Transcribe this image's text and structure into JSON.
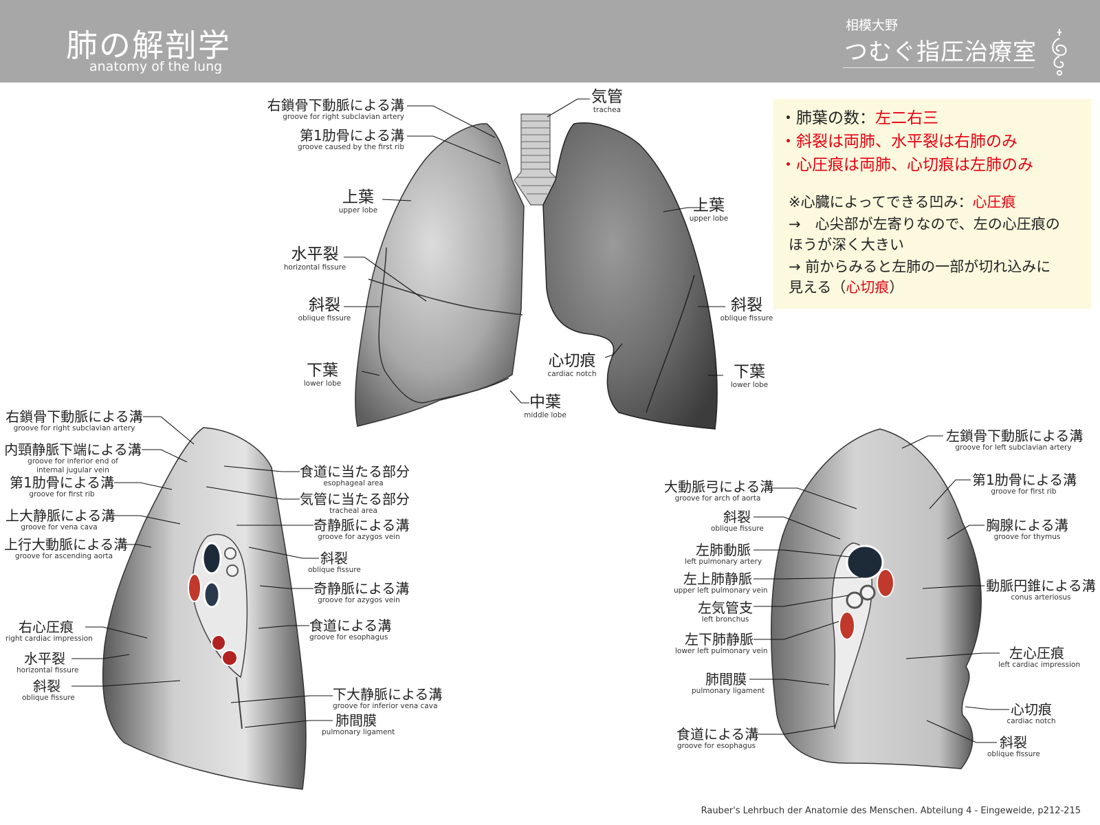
{
  "header": {
    "title": "肺の解剖学",
    "subtitle": "anatomy of the lung",
    "clinic_location": "相模大野",
    "clinic_name": "つむぐ指圧治療室"
  },
  "info": {
    "line1_prefix": "・肺葉の数：",
    "line1_red": "左二右三",
    "line2": "・斜裂は両肺、水平裂は右肺のみ",
    "line3": "・心圧痕は両肺、心切痕は左肺のみ",
    "note_prefix": "※心臓によってできる凹み：",
    "note_red": "心圧痕",
    "note2": "→　心尖部が左寄りなので、左の心圧痕の",
    "note3": "ほうが深く大きい",
    "note4": "→ 前からみると左肺の一部が切れ込みに",
    "note5_prefix": "見える（",
    "note5_red": "心切痕",
    "note5_suffix": "）",
    "colors": {
      "red": "#e60012",
      "box_bg": "#fcf9de"
    }
  },
  "front": {
    "l_right_subclavian": {
      "jp": "右鎖骨下動脈による溝",
      "en": "groove for right subclavian artery"
    },
    "l_first_rib": {
      "jp": "第1肋骨による溝",
      "en": "groove caused by the first rib"
    },
    "l_upper_r": {
      "jp": "上葉",
      "en": "upper lobe"
    },
    "l_horizontal": {
      "jp": "水平裂",
      "en": "horizontal fissure"
    },
    "l_oblique_r": {
      "jp": "斜裂",
      "en": "oblique fissure"
    },
    "l_lower_r": {
      "jp": "下葉",
      "en": "lower lobe"
    },
    "l_trachea": {
      "jp": "気管",
      "en": "trachea"
    },
    "l_upper_l": {
      "jp": "上葉",
      "en": "upper lobe"
    },
    "l_oblique_l": {
      "jp": "斜裂",
      "en": "oblique fissure"
    },
    "l_cardiac_notch": {
      "jp": "心切痕",
      "en": "cardiac notch"
    },
    "l_lower_l": {
      "jp": "下葉",
      "en": "lower lobe"
    },
    "l_middle": {
      "jp": "中葉",
      "en": "middle lobe"
    }
  },
  "right_lung": {
    "l1": {
      "jp": "右鎖骨下動脈による溝",
      "en": "groove for right subclavian artery"
    },
    "l2": {
      "jp": "内頸静脈下端による溝",
      "en": "groove for inferior end of",
      "en2": "internal jugular vein"
    },
    "l3": {
      "jp": "第1肋骨による溝",
      "en": "groove for first rib"
    },
    "l4": {
      "jp": "上大静脈による溝",
      "en": "groove for vena cava"
    },
    "l5": {
      "jp": "上行大動脈による溝",
      "en": "groove for ascending aorta"
    },
    "l6": {
      "jp": "右心圧痕",
      "en": "right cardiac impression"
    },
    "l7": {
      "jp": "水平裂",
      "en": "horizontal fissure"
    },
    "l8": {
      "jp": "斜裂",
      "en": "oblique fissure"
    },
    "r1": {
      "jp": "食道に当たる部分",
      "en": "esophageal area"
    },
    "r2": {
      "jp": "気管に当たる部分",
      "en": "tracheal area"
    },
    "r3": {
      "jp": "奇静脈による溝",
      "en": "groove for azygos vein"
    },
    "r4": {
      "jp": "斜裂",
      "en": "oblique fissure"
    },
    "r5": {
      "jp": "奇静脈による溝",
      "en": "groove for azygos vein"
    },
    "r6": {
      "jp": "食道による溝",
      "en": "groove for esophagus"
    },
    "r7": {
      "jp": "下大静脈による溝",
      "en": "groove for inferior vena cava"
    },
    "r8": {
      "jp": "肺間膜",
      "en": "pulmonary ligament"
    }
  },
  "left_lung": {
    "l1": {
      "jp": "大動脈弓による溝",
      "en": "groove for arch of aorta"
    },
    "l2": {
      "jp": "斜裂",
      "en": "oblique fissure"
    },
    "l3": {
      "jp": "左肺動脈",
      "en": "left pulmonary artery"
    },
    "l4": {
      "jp": "左上肺静脈",
      "en": "upper left pulmonary vein"
    },
    "l5": {
      "jp": "左気管支",
      "en": "left bronchus"
    },
    "l6": {
      "jp": "左下肺静脈",
      "en": "lower left pulmonary vein"
    },
    "l7": {
      "jp": "肺間膜",
      "en": "pulmonary ligament"
    },
    "l8": {
      "jp": "食道による溝",
      "en": "groove for esophagus"
    },
    "r1": {
      "jp": "左鎖骨下動脈による溝",
      "en": "groove for left subclavian artery"
    },
    "r2": {
      "jp": "第1肋骨による溝",
      "en": "groove for first rib"
    },
    "r3": {
      "jp": "胸腺による溝",
      "en": "groove for thymus"
    },
    "r4": {
      "jp": "動脈円錐による溝",
      "en": "conus arteriosus"
    },
    "r5": {
      "jp": "左心圧痕",
      "en": "left cardiac impression"
    },
    "r6": {
      "jp": "心切痕",
      "en": "cardiac notch"
    },
    "r7": {
      "jp": "斜裂",
      "en": "oblique fissure"
    }
  },
  "source": "Rauber's Lehrbuch der Anatomie des Menschen. Abteilung 4 - Eingeweide, p212-215"
}
